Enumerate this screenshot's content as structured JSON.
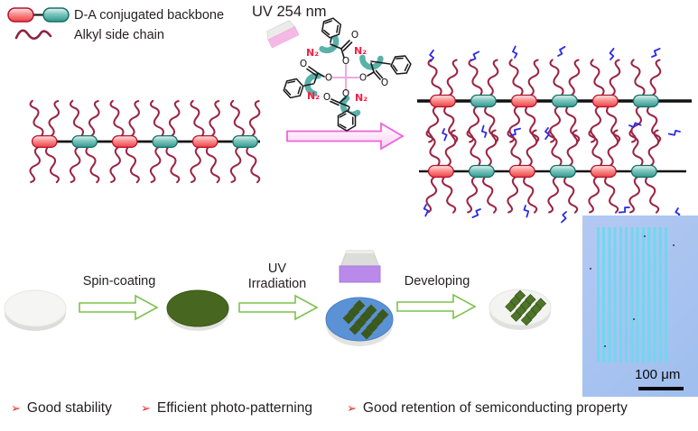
{
  "figure": {
    "legend": {
      "items": [
        {
          "label": "D-A conjugated backbone"
        },
        {
          "label": "Alkyl side chain"
        }
      ]
    },
    "reaction": {
      "uv_label": "UV 254 nm",
      "n2_label": "N₂",
      "o_label": "O"
    },
    "process": {
      "steps": [
        {
          "lines": [
            "Spin-coating"
          ]
        },
        {
          "lines": [
            "UV",
            "Irradiation"
          ]
        },
        {
          "lines": [
            "Developing"
          ]
        }
      ]
    },
    "micrograph": {
      "scale_label": "100 μm"
    },
    "bullets": [
      {
        "text": "Good stability"
      },
      {
        "text": "Efficient photo-patterning"
      },
      {
        "text": "Good retention of semiconducting property"
      }
    ],
    "colors": {
      "donor_red": "#ee4040",
      "acceptor_teal": "#2e9a8f",
      "side_chain_maroon": "#9b2444",
      "crosslink_blue": "#2b2be8",
      "uv_arrow_magenta": "#ef63dc",
      "process_arrow_green": "#7cc24e",
      "film_green": "#47661f",
      "film_blue": "#5b92d6",
      "lamp_purple": "#b98ae9",
      "bullet_red": "#e8252d",
      "micrograph_bg": "#a6c1ee",
      "micrograph_stripe": "#6fd8f0"
    }
  }
}
